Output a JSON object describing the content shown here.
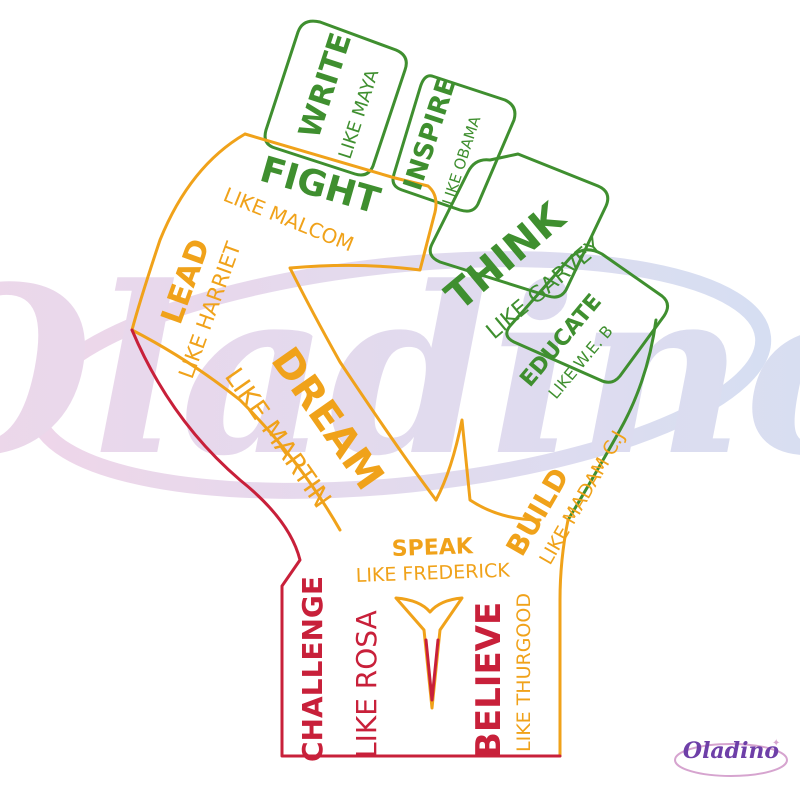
{
  "colors": {
    "green": "#3f8f2f",
    "orange": "#f0a21a",
    "red": "#c8203a",
    "watermark": "#e9c9e3",
    "watermark_blue": "#c9d4ee",
    "logo_purple": "#6e3fa8"
  },
  "watermark": {
    "text": "Oladino"
  },
  "logo": {
    "text": "Oladino"
  },
  "words": {
    "write": "WRITE",
    "write_like": "LIKE MAYA",
    "inspire": "INSPIRE",
    "inspire_like": "LIKE OBAMA",
    "fight": "FIGHT",
    "fight_like": "LIKE MALCOM",
    "think": "THINK",
    "think_like": "LIKE GARVEY",
    "educate": "EDUCATE",
    "educate_like": "LIKE W.E. B",
    "lead": "LEAD",
    "lead_like": "LIKE HARRIET",
    "dream": "DREAM",
    "dream_like": "LIKE MARTIN",
    "speak": "SPEAK",
    "speak_like": "LIKE FREDERICK",
    "build": "BUILD",
    "build_like": "LIKE MADAM C.J",
    "challenge": "CHALLENGE",
    "challenge_like": "LIKE ROSA",
    "believe": "BELIEVE",
    "believe_like": "LIKE THURGOOD"
  }
}
